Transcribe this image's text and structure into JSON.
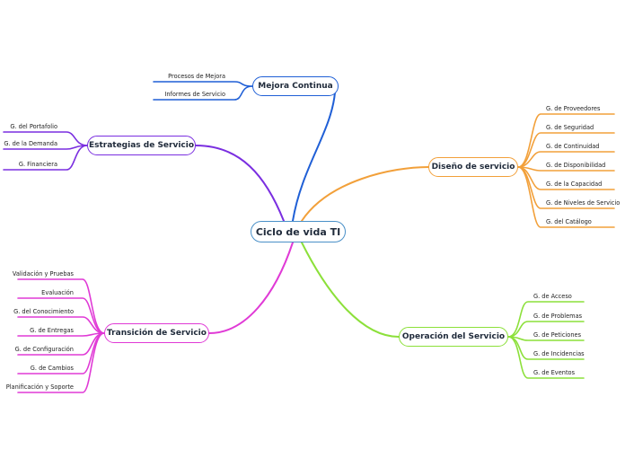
{
  "colors": {
    "center_border": "#4a90c8",
    "mejora": "#1f5fd6",
    "estrategias": "#7a2ee0",
    "diseno": "#f2a03a",
    "operacion": "#8ce03a",
    "transicion": "#e03ad6"
  },
  "diagram": {
    "center": {
      "label": "Ciclo de vida TI"
    },
    "branches": [
      {
        "id": "mejora",
        "label": "Mejora Continua",
        "color": "#1f5fd6",
        "leaves": [
          "Procesos de Mejora",
          "Informes de Servicio"
        ]
      },
      {
        "id": "estrategias",
        "label": "Estrategias de Servicio",
        "color": "#7a2ee0",
        "leaves": [
          "G. del Portafolio",
          "G. de la Demanda",
          "G. Financiera"
        ]
      },
      {
        "id": "diseno",
        "label": "Diseño de servicio",
        "color": "#f2a03a",
        "leaves": [
          "G. de Proveedores",
          "G. de Seguridad",
          "G. de Continuidad",
          "G. de Disponibilidad",
          "G. de la Capacidad",
          "G. de Niveles de Servicio",
          "G. del Catálogo"
        ]
      },
      {
        "id": "operacion",
        "label": "Operación del Servicio",
        "color": "#8ce03a",
        "leaves": [
          "G. de Acceso",
          "G. de Problemas",
          "G. de Peticiones",
          "G. de Incidencias",
          "G. de Eventos"
        ]
      },
      {
        "id": "transicion",
        "label": "Transición de Servicio",
        "color": "#e03ad6",
        "leaves": [
          "Validación y Pruebas",
          "Evaluación",
          "G. del Conocimiento",
          "G. de Entregas",
          "G. de Configuración",
          "G. de Cambios",
          "Planificación y Soporte"
        ]
      }
    ]
  }
}
